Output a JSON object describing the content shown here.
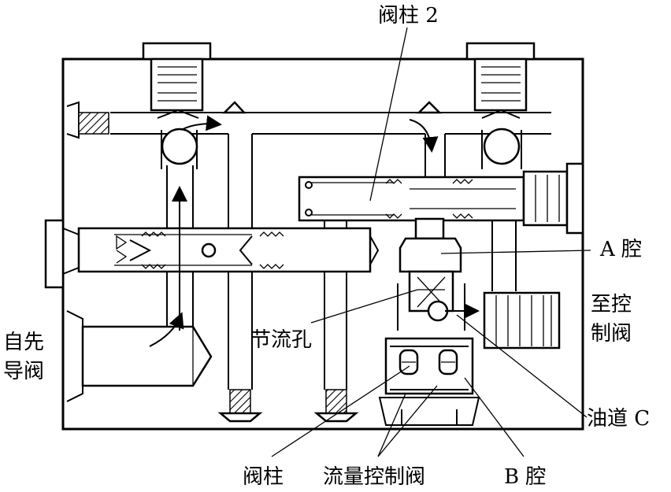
{
  "labels": {
    "spool2": "阀柱 2",
    "chamber_a": "A 腔",
    "to_control_line1": "至控",
    "to_control_line2": "制阀",
    "throttle_hole": "节流孔",
    "from_pilot_line1": "自先",
    "from_pilot_line2": "导阀",
    "oil_passage_c": "油道 C",
    "spool": "阀柱",
    "flow_control_valve": "流量控制阀",
    "chamber_b": "B 腔"
  }
}
